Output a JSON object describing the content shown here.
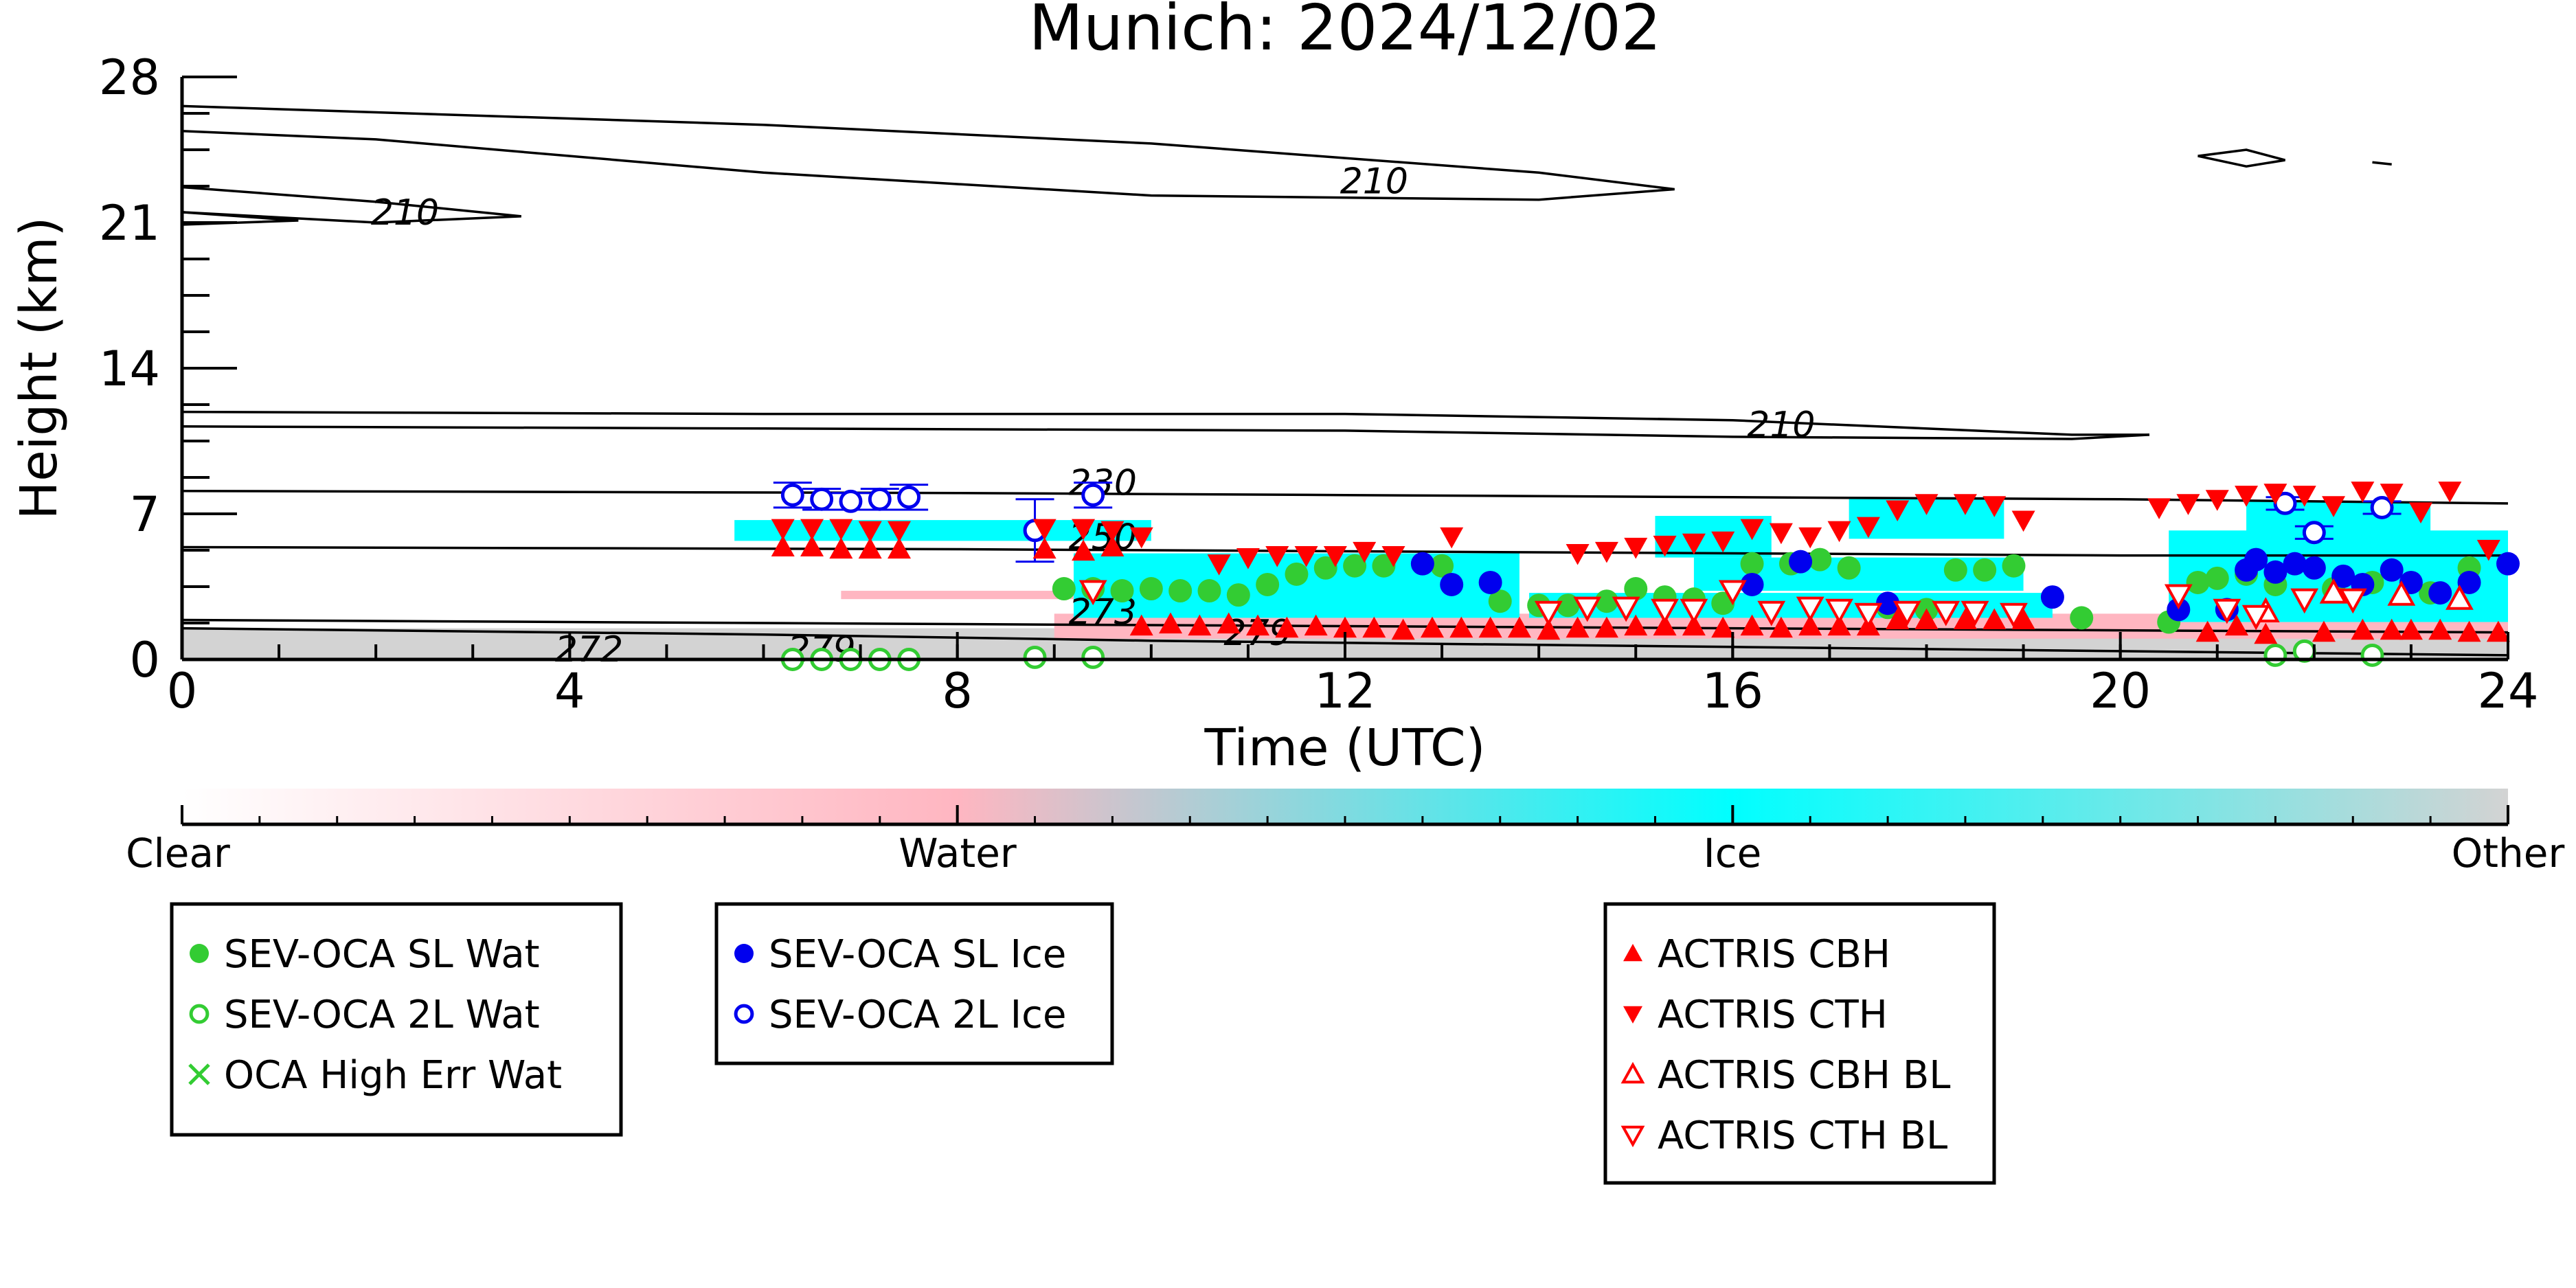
{
  "chart_data": {
    "type": "scatter",
    "title": "Munich: 2024/12/02",
    "xlabel": "Time (UTC)",
    "ylabel": "Height (km)",
    "xlim": [
      0,
      24
    ],
    "ylim": [
      0,
      28
    ],
    "x_ticks": [
      0,
      4,
      8,
      12,
      16,
      20,
      24
    ],
    "y_ticks": [
      0,
      7,
      14,
      21,
      28
    ],
    "grid": false,
    "background_classification": {
      "colorbar_labels": [
        "Clear",
        "Water",
        "Ice",
        "Other"
      ],
      "colors": {
        "Clear": "#ffffff",
        "Water": "#ffb6c1",
        "Ice": "#00ffff",
        "Other": "#d3d3d3"
      }
    },
    "temperature_contours": {
      "color": "#000000",
      "labels": [
        {
          "text": "210",
          "x": 2.3,
          "y": 20.9
        },
        {
          "text": "210",
          "x": 12.3,
          "y": 22.4
        },
        {
          "text": "210",
          "x": 16.5,
          "y": 10.7
        },
        {
          "text": "230",
          "x": 9.5,
          "y": 7.9
        },
        {
          "text": "250",
          "x": 9.5,
          "y": 5.3
        },
        {
          "text": "273",
          "x": 9.5,
          "y": 1.7
        },
        {
          "text": "279",
          "x": 11.1,
          "y": 0.7
        },
        {
          "text": "272",
          "x": 4.2,
          "y": -0.1
        },
        {
          "text": "279",
          "x": 6.6,
          "y": -0.1
        }
      ]
    },
    "series": [
      {
        "name": "SEV-OCA SL Wat",
        "color": "#33cc33",
        "marker": "filled-circle",
        "x": [
          9.1,
          9.4,
          9.7,
          10.0,
          10.3,
          10.6,
          10.9,
          11.2,
          11.5,
          11.8,
          12.1,
          12.4,
          13.0,
          13.6,
          14.0,
          14.3,
          14.7,
          15.0,
          15.3,
          15.6,
          15.9,
          16.2,
          16.6,
          16.9,
          17.2,
          17.6,
          18.0,
          18.3,
          18.6,
          18.9,
          19.6,
          20.5,
          20.8,
          21.0,
          21.3,
          21.6,
          22.2,
          22.6,
          23.2,
          23.6
        ],
        "y": [
          3.4,
          3.4,
          3.3,
          3.4,
          3.3,
          3.3,
          3.1,
          3.6,
          4.1,
          4.4,
          4.5,
          4.5,
          4.5,
          2.8,
          2.6,
          2.6,
          2.8,
          3.4,
          3.0,
          2.9,
          2.7,
          4.6,
          4.6,
          4.8,
          4.4,
          2.5,
          2.4,
          4.3,
          4.3,
          4.5,
          2.0,
          1.8,
          3.7,
          3.9,
          4.1,
          3.6,
          3.4,
          3.7,
          3.2,
          4.4
        ]
      },
      {
        "name": "SEV-OCA 2L Wat",
        "color": "#33cc33",
        "marker": "open-circle",
        "x": [
          6.3,
          6.6,
          6.9,
          7.2,
          7.5,
          8.8,
          9.4,
          21.6,
          21.9,
          22.6
        ],
        "y": [
          0.0,
          0.0,
          0.0,
          0.0,
          0.0,
          0.1,
          0.1,
          0.2,
          0.4,
          0.2
        ]
      },
      {
        "name": "OCA High Err Wat",
        "color": "#33cc33",
        "marker": "x",
        "x": [],
        "y": []
      },
      {
        "name": "SEV-OCA SL Ice",
        "color": "#0000ee",
        "marker": "filled-circle",
        "x": [
          12.8,
          13.1,
          13.5,
          16.2,
          16.7,
          17.6,
          19.3,
          20.6,
          21.1,
          21.3,
          21.4,
          21.6,
          21.8,
          22.0,
          22.3,
          22.5,
          22.8,
          23.0,
          23.3,
          23.6,
          24.0
        ],
        "y": [
          4.6,
          3.6,
          3.7,
          3.6,
          4.7,
          2.7,
          3.0,
          2.4,
          2.4,
          4.3,
          4.8,
          4.2,
          4.6,
          4.4,
          4.0,
          3.6,
          4.3,
          3.7,
          3.2,
          3.7,
          4.6
        ]
      },
      {
        "name": "SEV-OCA 2L Ice",
        "color": "#0000ee",
        "marker": "open-circle",
        "x": [
          6.3,
          6.6,
          6.9,
          7.2,
          7.5,
          8.8,
          9.4,
          21.7,
          22.0,
          22.7
        ],
        "y": [
          7.9,
          7.7,
          7.6,
          7.7,
          7.8,
          6.2,
          7.9,
          7.5,
          6.1,
          7.3
        ],
        "yerr": [
          0.6,
          0.5,
          0.4,
          0.5,
          0.6,
          1.5,
          0.6,
          0.3,
          0.3,
          0.3
        ]
      },
      {
        "name": "ACTRIS CBH",
        "color": "#ff0000",
        "marker": "triangle-up",
        "x": [
          6.2,
          6.5,
          6.8,
          7.1,
          7.4,
          8.9,
          9.3,
          9.6,
          9.9,
          10.2,
          10.5,
          10.8,
          11.1,
          11.4,
          11.7,
          12.0,
          12.3,
          12.6,
          12.9,
          13.2,
          13.5,
          13.8,
          14.1,
          14.4,
          14.7,
          15.0,
          15.3,
          15.6,
          15.9,
          16.2,
          16.5,
          16.8,
          17.1,
          17.4,
          17.7,
          18.0,
          18.4,
          18.7,
          19.0,
          20.9,
          21.2,
          21.5,
          22.1,
          22.5,
          22.8,
          23.0,
          23.3,
          23.6,
          23.9
        ],
        "y": [
          5.4,
          5.4,
          5.3,
          5.3,
          5.3,
          5.3,
          5.2,
          5.4,
          1.6,
          1.7,
          1.6,
          1.7,
          1.6,
          1.5,
          1.6,
          1.5,
          1.5,
          1.4,
          1.5,
          1.5,
          1.5,
          1.5,
          1.4,
          1.5,
          1.5,
          1.6,
          1.6,
          1.6,
          1.5,
          1.6,
          1.5,
          1.6,
          1.6,
          1.6,
          1.9,
          1.9,
          1.9,
          1.9,
          1.9,
          1.3,
          1.6,
          1.2,
          1.3,
          1.4,
          1.4,
          1.4,
          1.4,
          1.3,
          1.3
        ]
      },
      {
        "name": "ACTRIS CTH",
        "color": "#ff0000",
        "marker": "triangle-down",
        "x": [
          6.2,
          6.5,
          6.8,
          7.1,
          7.4,
          8.9,
          9.3,
          9.6,
          9.9,
          10.7,
          11.0,
          11.3,
          11.6,
          11.9,
          12.2,
          12.5,
          13.1,
          14.4,
          14.7,
          15.0,
          15.3,
          15.6,
          15.9,
          16.2,
          16.5,
          16.8,
          17.1,
          17.4,
          17.7,
          18.0,
          18.4,
          18.7,
          19.0,
          20.4,
          20.7,
          21.0,
          21.3,
          21.6,
          21.9,
          22.2,
          22.5,
          22.8,
          23.1,
          23.4,
          23.8
        ],
        "y": [
          6.3,
          6.3,
          6.3,
          6.2,
          6.2,
          6.3,
          6.3,
          6.2,
          5.9,
          4.6,
          4.9,
          5.0,
          5.0,
          5.0,
          5.2,
          5.0,
          5.9,
          5.1,
          5.2,
          5.4,
          5.5,
          5.6,
          5.7,
          6.3,
          6.1,
          5.9,
          6.2,
          6.4,
          7.2,
          7.5,
          7.5,
          7.4,
          6.7,
          7.3,
          7.5,
          7.7,
          7.9,
          8.0,
          7.9,
          7.4,
          8.1,
          8.0,
          7.1,
          8.1,
          5.3
        ]
      },
      {
        "name": "ACTRIS CBH BL",
        "color": "#ff0000",
        "marker": "open-triangle-up",
        "x": [
          21.5,
          22.2,
          22.9,
          23.5
        ],
        "y": [
          2.3,
          3.2,
          3.1,
          2.9
        ]
      },
      {
        "name": "ACTRIS CTH BL",
        "color": "#ff0000",
        "marker": "open-triangle-down",
        "x": [
          9.4,
          14.1,
          14.5,
          14.9,
          15.3,
          15.6,
          16.0,
          16.4,
          16.8,
          17.1,
          17.4,
          17.8,
          18.2,
          18.5,
          18.9,
          20.6,
          21.1,
          21.4,
          21.9,
          22.4
        ],
        "y": [
          3.3,
          2.3,
          2.5,
          2.5,
          2.4,
          2.4,
          3.3,
          2.3,
          2.5,
          2.4,
          2.2,
          2.3,
          2.3,
          2.3,
          2.2,
          3.1,
          2.4,
          2.1,
          2.9,
          2.9
        ]
      }
    ],
    "legend_boxes": [
      {
        "position": "bottom-left",
        "entries": [
          "SEV-OCA SL Wat",
          "SEV-OCA 2L Wat",
          "OCA High Err Wat"
        ]
      },
      {
        "position": "bottom-center-left",
        "entries": [
          "SEV-OCA SL Ice",
          "SEV-OCA 2L Ice"
        ]
      },
      {
        "position": "bottom-right",
        "entries": [
          "ACTRIS CBH",
          "ACTRIS CTH",
          "ACTRIS CBH BL",
          "ACTRIS CTH BL"
        ]
      }
    ]
  }
}
